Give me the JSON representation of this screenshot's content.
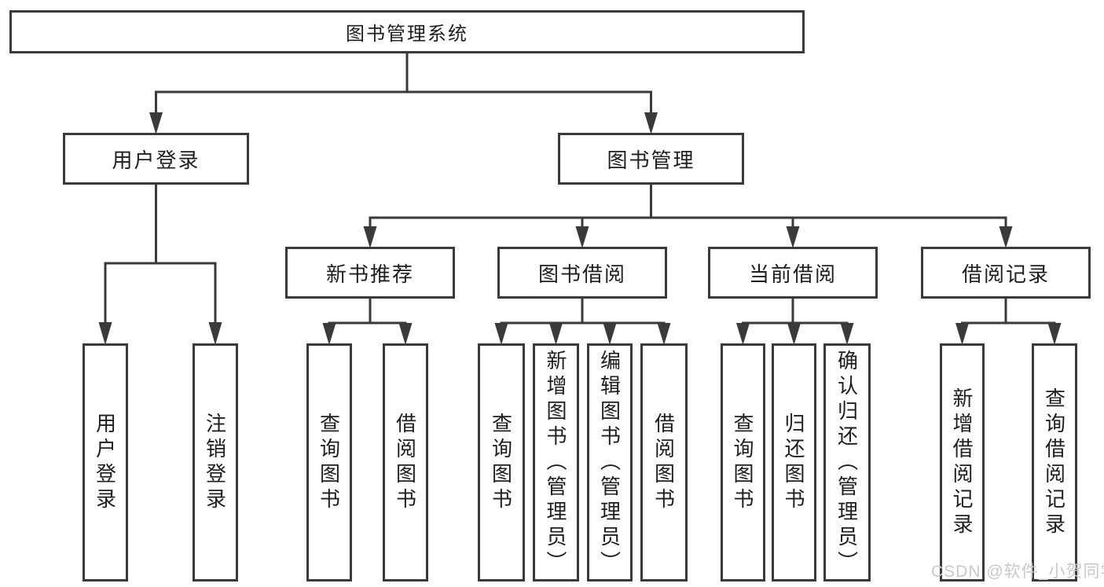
{
  "diagram": {
    "type": "org-chart",
    "title": "图书管理系统"
  },
  "colors": {
    "line": "#3a3a3a",
    "box_border": "#3a3a3a",
    "text": "#1e1e1e",
    "background": "#ffffff",
    "watermark": "#c9c9c9"
  },
  "tree": {
    "label": "图书管理系统",
    "children": [
      {
        "label": "用户登录",
        "children": [
          {
            "label": "用户登录"
          },
          {
            "label": "注销登录"
          }
        ]
      },
      {
        "label": "图书管理",
        "children": [
          {
            "label": "新书推荐",
            "children": [
              {
                "label": "查询图书"
              },
              {
                "label": "借阅图书"
              }
            ]
          },
          {
            "label": "图书借阅",
            "children": [
              {
                "label": "查询图书"
              },
              {
                "label": "新增图书（管理员）"
              },
              {
                "label": "编辑图书（管理员）"
              },
              {
                "label": "借阅图书"
              }
            ]
          },
          {
            "label": "当前借阅",
            "children": [
              {
                "label": "查询图书"
              },
              {
                "label": "归还图书"
              },
              {
                "label": "确认归还（管理员）"
              }
            ]
          },
          {
            "label": "借阅记录",
            "children": [
              {
                "label": "新增借阅记录"
              },
              {
                "label": "查询借阅记录"
              }
            ]
          }
        ]
      }
    ]
  },
  "watermark": {
    "text": "CSDN @软件_小贺同学"
  }
}
